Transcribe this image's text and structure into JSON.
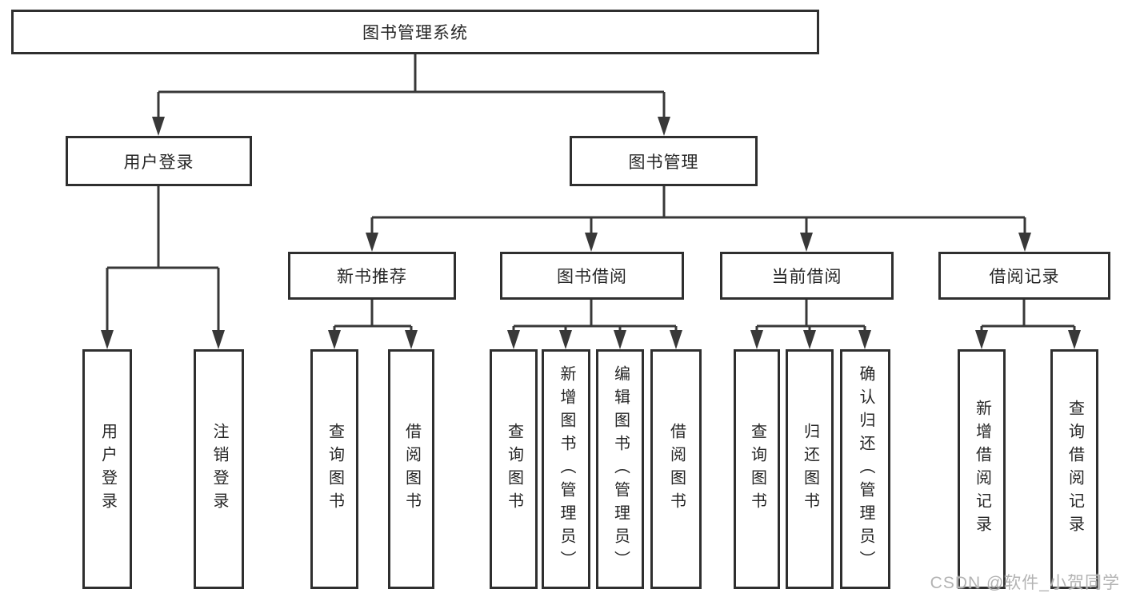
{
  "diagram": {
    "root": {
      "label": "图书管理系统"
    },
    "level2": [
      {
        "label": "用户登录"
      },
      {
        "label": "图书管理"
      }
    ],
    "level3": [
      {
        "label": "新书推荐"
      },
      {
        "label": "图书借阅"
      },
      {
        "label": "当前借阅"
      },
      {
        "label": "借阅记录"
      }
    ],
    "leaves": [
      {
        "label": "用户登录"
      },
      {
        "label": "注销登录"
      },
      {
        "label": "查询图书"
      },
      {
        "label": "借阅图书"
      },
      {
        "label": "查询图书"
      },
      {
        "label": "新增图书（管理员）"
      },
      {
        "label": "编辑图书（管理员）"
      },
      {
        "label": "借阅图书"
      },
      {
        "label": "查询图书"
      },
      {
        "label": "归还图书"
      },
      {
        "label": "确认归还（管理员）"
      },
      {
        "label": "新增借阅记录"
      },
      {
        "label": "查询借阅记录"
      }
    ]
  },
  "watermark": {
    "text": "CSDN @软件_小贺同学"
  },
  "colors": {
    "line": "#383838",
    "box_border": "#2f2f2f",
    "text": "#262626",
    "watermark": "#b3b3b3",
    "background": "#ffffff"
  }
}
